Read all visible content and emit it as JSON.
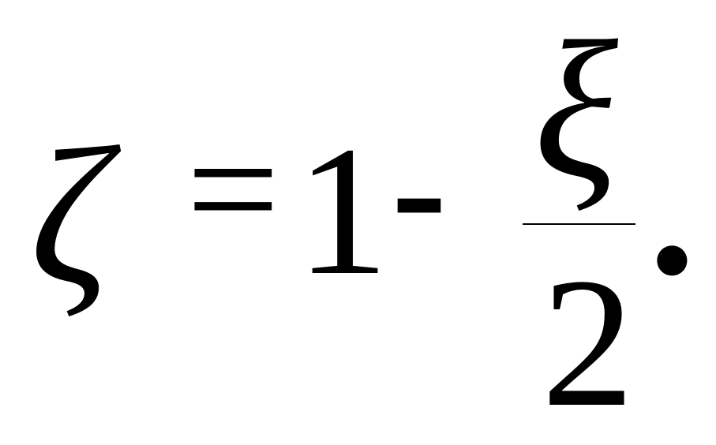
{
  "equation": {
    "lhs": "ζ",
    "equals": "=",
    "one": "1",
    "minus": "-",
    "numerator": "ξ",
    "denominator": "2",
    "period": "."
  }
}
